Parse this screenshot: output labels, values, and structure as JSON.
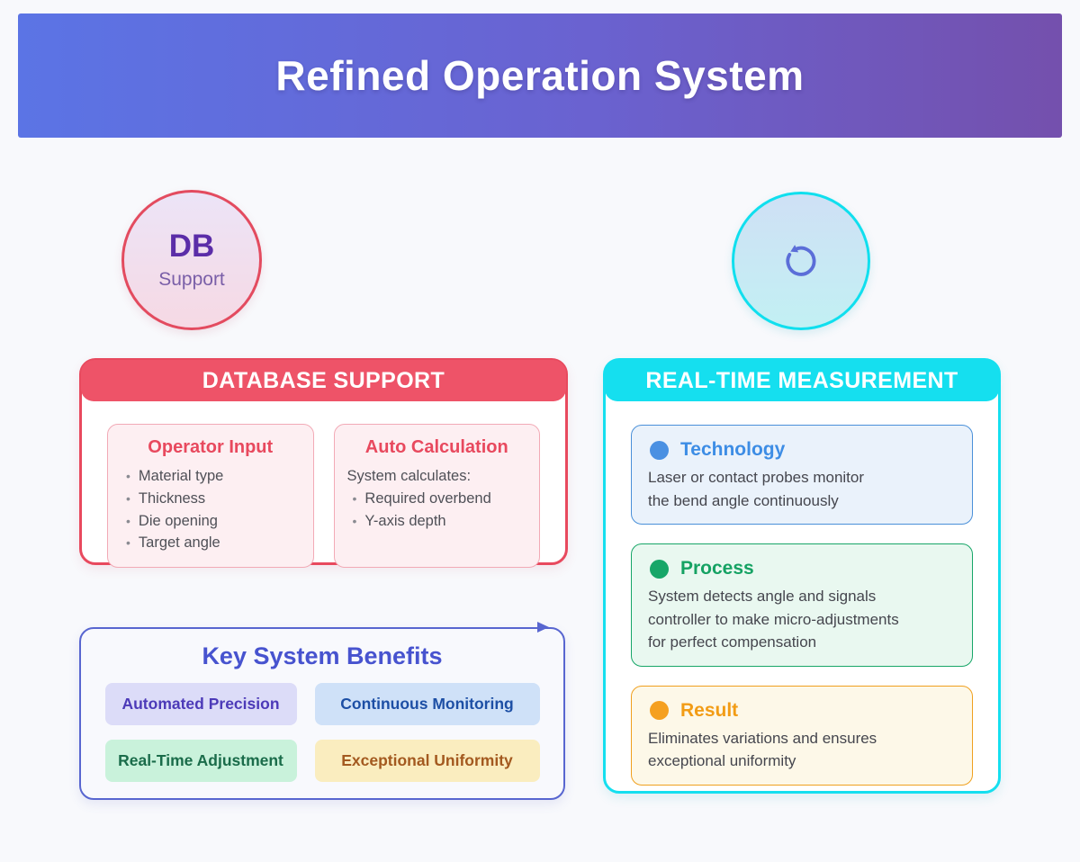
{
  "header": {
    "title": "Refined Operation System",
    "gradient_from": "#5b74e5",
    "gradient_to": "#7450ad"
  },
  "db_circle": {
    "abbr": "DB",
    "label": "Support",
    "border_color": "#e34b5f"
  },
  "refresh_circle": {
    "icon": "rotate-ccw-icon",
    "border_color": "#10dfee",
    "icon_color": "#5b6ed8"
  },
  "database_card": {
    "title": "DATABASE SUPPORT",
    "header_color": "#ee5368",
    "border_color": "#e8495e",
    "operator_box": {
      "title": "Operator Input",
      "items": [
        "Material type",
        "Thickness",
        "Die opening",
        "Target angle"
      ]
    },
    "calculation_box": {
      "title": "Auto Calculation",
      "intro": "System calculates:",
      "items": [
        "Required overbend",
        "Y-axis depth"
      ]
    }
  },
  "benefits_card": {
    "title": "Key System Benefits",
    "border_color": "#5866d0",
    "chips": [
      {
        "label": "Automated Precision",
        "bg": "#dcdcf8",
        "color": "#4c3ab8"
      },
      {
        "label": "Continuous Monitoring",
        "bg": "#cfe1f8",
        "color": "#1d4fa5"
      },
      {
        "label": "Real-Time Adjustment",
        "bg": "#c9f2db",
        "color": "#1a6c4a"
      },
      {
        "label": "Exceptional Uniformity",
        "bg": "#faedbf",
        "color": "#a3591f"
      }
    ]
  },
  "measurement_card": {
    "title": "REAL-TIME MEASUREMENT",
    "header_color": "#15dfef",
    "sections": [
      {
        "label": "Technology",
        "color": "#3d8de5",
        "lines": [
          "Laser or contact probes monitor",
          "the bend angle continuously"
        ]
      },
      {
        "label": "Process",
        "color": "#15a263",
        "lines": [
          "System detects angle and signals",
          "controller to make micro-adjustments",
          "for perfect compensation"
        ]
      },
      {
        "label": "Result",
        "color": "#f29c15",
        "lines": [
          "Eliminates variations and ensures",
          "exceptional uniformity"
        ]
      }
    ]
  }
}
